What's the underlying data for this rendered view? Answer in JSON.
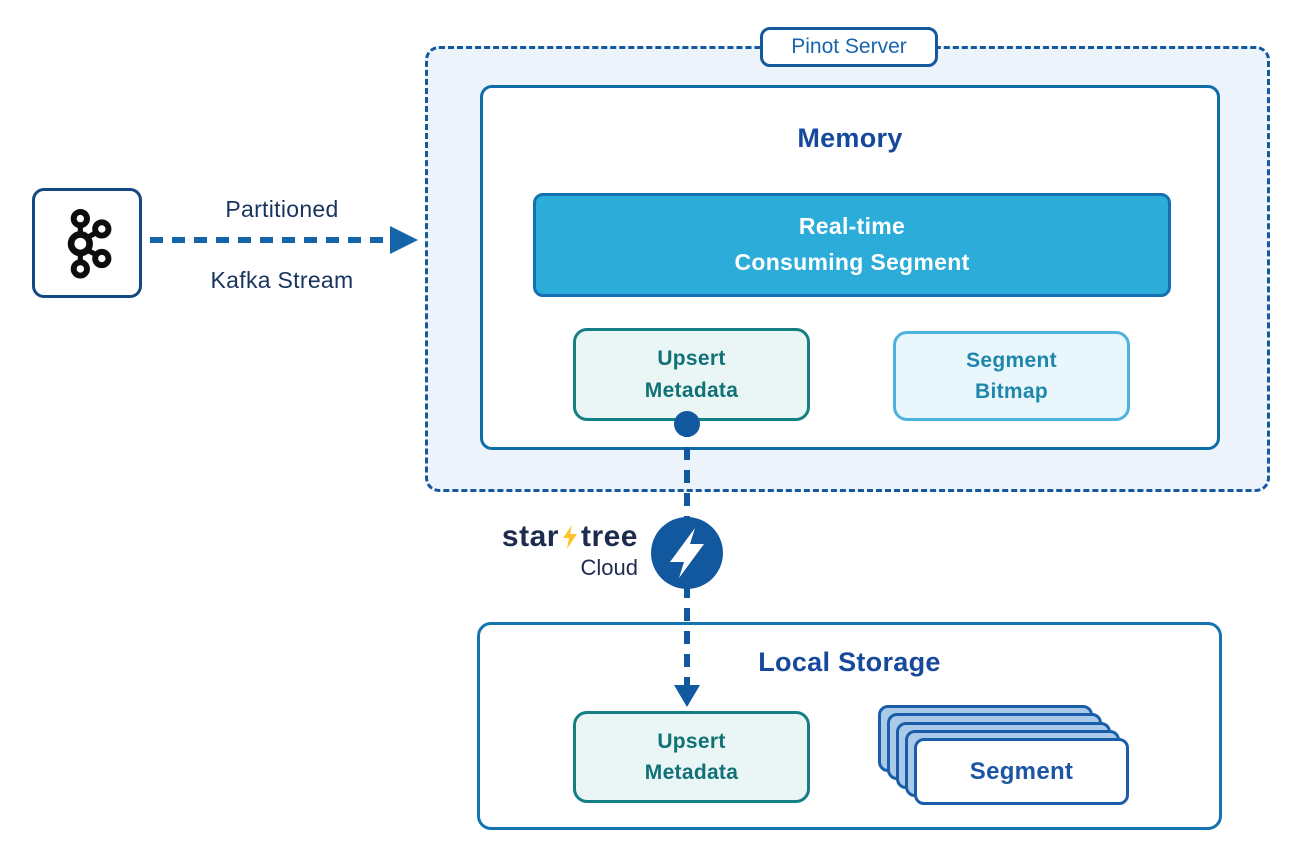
{
  "source": {
    "icon": "kafka-logo",
    "label_top": "Partitioned",
    "label_bottom": "Kafka Stream"
  },
  "pinot_server": {
    "label": "Pinot Server",
    "memory": {
      "title": "Memory",
      "realtime_segment": {
        "line1": "Real-time",
        "line2": "Consuming Segment"
      },
      "upsert_metadata": {
        "line1": "Upsert",
        "line2": "Metadata"
      },
      "segment_bitmap": {
        "line1": "Segment",
        "line2": "Bitmap"
      }
    }
  },
  "sync": {
    "icon": "lightning-bolt",
    "brand_word1": "star",
    "brand_word2": "tree",
    "brand_subtitle": "Cloud"
  },
  "local_storage": {
    "title": "Local Storage",
    "upsert_metadata": {
      "line1": "Upsert",
      "line2": "Metadata"
    },
    "segment_stack": {
      "label": "Segment",
      "visible_cards": 5
    }
  },
  "colors": {
    "accent_blue": "#14589E",
    "circle_blue": "#12589F",
    "realtime_fill": "#2BACD9",
    "teal_border": "#158083",
    "teal_text": "#117176",
    "bitmap_border": "#4FB2DC",
    "bitmap_text": "#1F86AC",
    "title_blue": "#16499B",
    "navy_text": "#17345E",
    "brand_navy": "#1D2B4E",
    "brand_yellow": "#FFC527",
    "stack_fill": "#A9CBE9",
    "stack_border": "#1B5EA8"
  }
}
